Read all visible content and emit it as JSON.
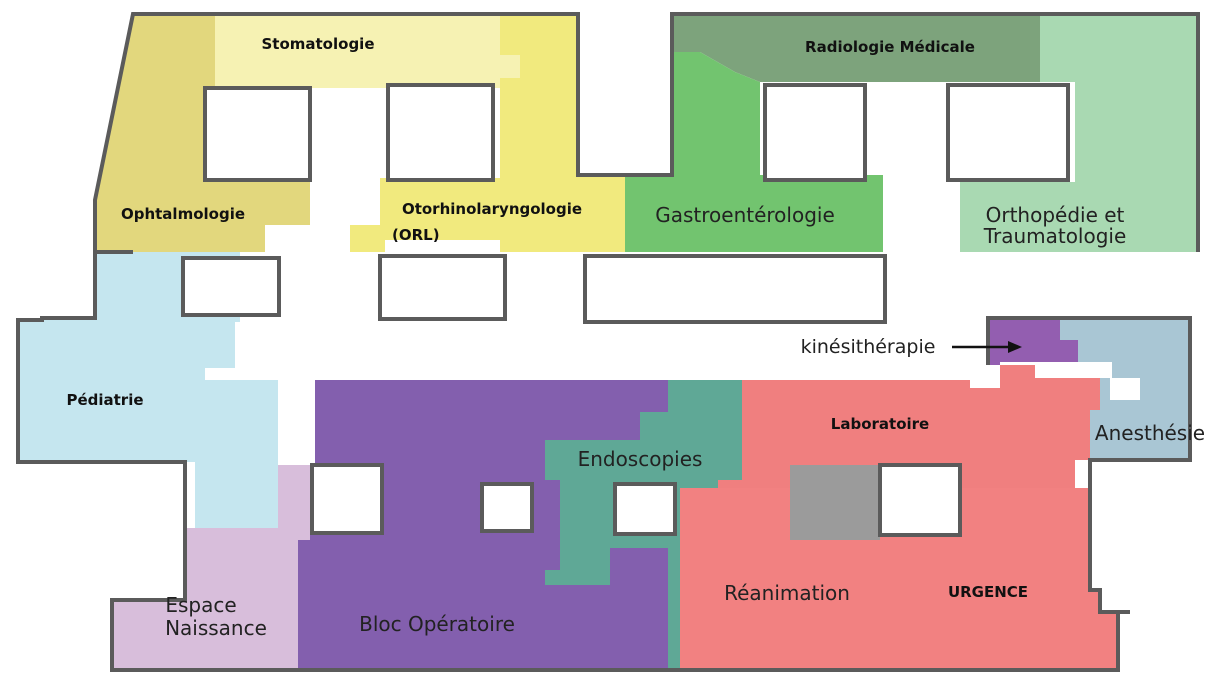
{
  "colors": {
    "stomatologie": "#f6f2b3",
    "ophtalmologie": "#e2d77d",
    "orl": "#f1ea7e",
    "gastro": "#72c46f",
    "radiologie": "#7da37c",
    "orthopedie": "#a9d9b2",
    "pediatrie": "#c5e6ef",
    "espace": "#d8bedb",
    "bloc": "#835fae",
    "endoscopies": "#5fa896",
    "laboratoire": "#f07f7f",
    "reanimation": "#f28181",
    "urgence": "#f28181",
    "anesthesie": "#a9c6d4",
    "kine": "#935eb0",
    "grey_block": "#9b9b9b"
  },
  "departments": {
    "stomatologie": "Stomatologie",
    "radiologie": "Radiologie Médicale",
    "ophtalmologie": "Ophtalmologie",
    "orl_line1": "Otorhinolaryngologie",
    "orl_line2": "(ORL)",
    "gastro": "Gastroentérologie",
    "orthopedie_line1": "Orthopédie et",
    "orthopedie_line2": "Traumatologie",
    "kine": "kinésithérapie",
    "pediatrie": "Pédiatrie",
    "endoscopies": "Endoscopies",
    "laboratoire": "Laboratoire",
    "anesthesie": "Anesthésie",
    "reanimation": "Réanimation",
    "urgence": "URGENCE",
    "espace_line1": "Espace",
    "espace_line2": "Naissance",
    "bloc": "Bloc Opératoire"
  }
}
